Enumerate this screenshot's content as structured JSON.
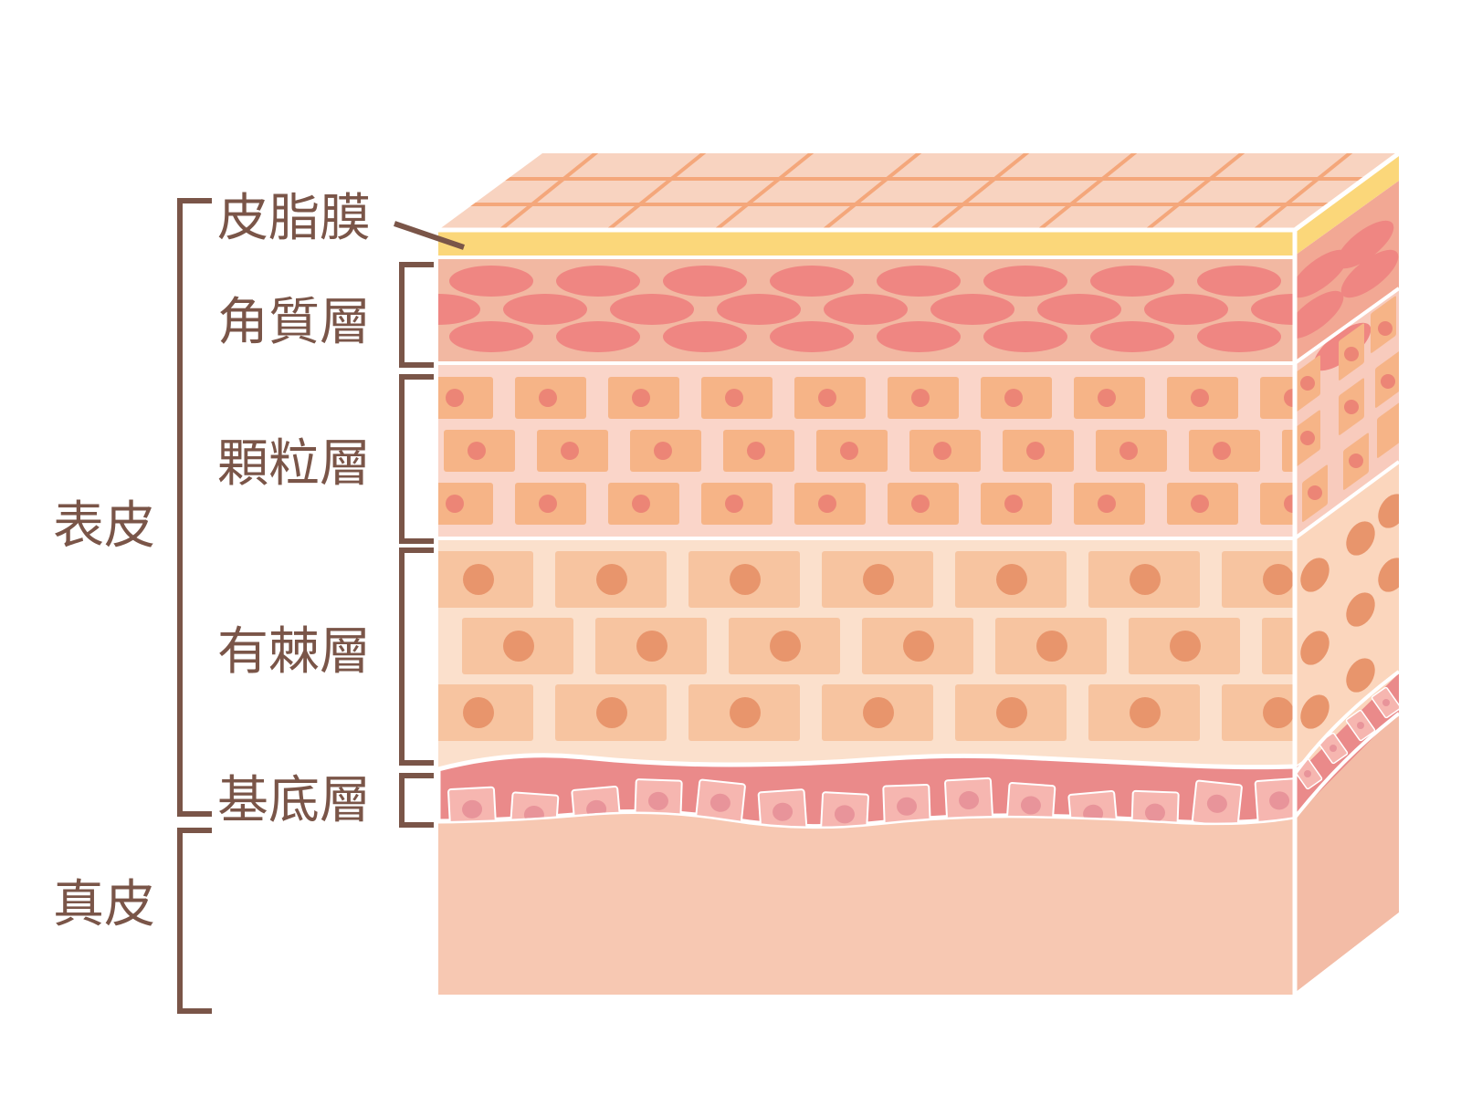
{
  "labels": {
    "sebum_film": "皮脂膜",
    "stratum_corneum": "角質層",
    "stratum_granulosum": "顆粒層",
    "stratum_spinosum": "有棘層",
    "stratum_basale": "基底層",
    "epidermis": "表皮",
    "dermis": "真皮"
  },
  "colors": {
    "label_text": "#7a5548",
    "bracket": "#7a5548",
    "sebum": "#fbd77a",
    "corneum_bg": "#f2b8a2",
    "corneum_cell": "#ef8682",
    "granulosum_bg": "#fad5c9",
    "granulosum_cell": "#f6b487",
    "granulosum_nucleus": "#ec8576",
    "spinosum_bg": "#fbe0cc",
    "spinosum_cell": "#f7c4a0",
    "spinosum_nucleus": "#e8956c",
    "basale_bg": "#ea8a8a",
    "basale_cell": "#f6b6b0",
    "basale_nucleus": "#e8949a",
    "dermis": "#f7c8b2",
    "dermis_side": "#f3bca6",
    "top_face": "#f8d3c0",
    "top_grid": "#f4a77b"
  }
}
